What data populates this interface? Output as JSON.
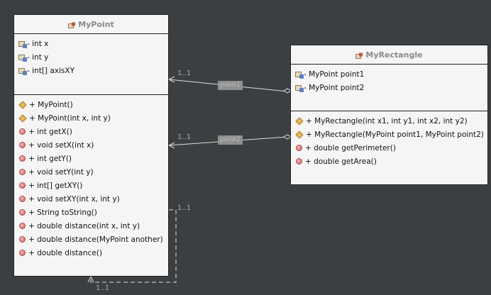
{
  "classes": {
    "mypoint": {
      "name": "MyPoint",
      "fields": [
        "- int x",
        "- int y",
        "- int[] axisXY"
      ],
      "ctors": [
        "+ MyPoint()",
        "+ MyPoint(int x, int y)"
      ],
      "methods": [
        "+ int getX()",
        "+ void setX(int x)",
        "+ int getY()",
        "+ void setY(int y)",
        "+ int[] getXY()",
        "+ void setXY(int x, int y)",
        "+ String toString()",
        "+ double distance(int x, int y)",
        "+ double distance(MyPoint another)",
        "+ double distance()"
      ]
    },
    "myrectangle": {
      "name": "MyRectangle",
      "fields": [
        "- MyPoint point1",
        "- MyPoint point2"
      ],
      "ctors": [
        "+ MyRectangle(int x1, int y1, int x2, int y2)",
        "+ MyRectangle(MyPoint point1, MyPoint point2)"
      ],
      "methods": [
        "+ double getPerimeter()",
        "+ double getArea()"
      ]
    }
  },
  "associations": {
    "assoc1": {
      "mult": "1..1",
      "role": "point1"
    },
    "assoc2": {
      "mult": "1..1",
      "role": "point2"
    },
    "self": {
      "mult_a": "1..1",
      "mult_b": "1..1"
    }
  },
  "icons": {
    "class": "class-icon",
    "field": "field-icon",
    "constructor": "constructor-icon",
    "method": "method-icon"
  }
}
